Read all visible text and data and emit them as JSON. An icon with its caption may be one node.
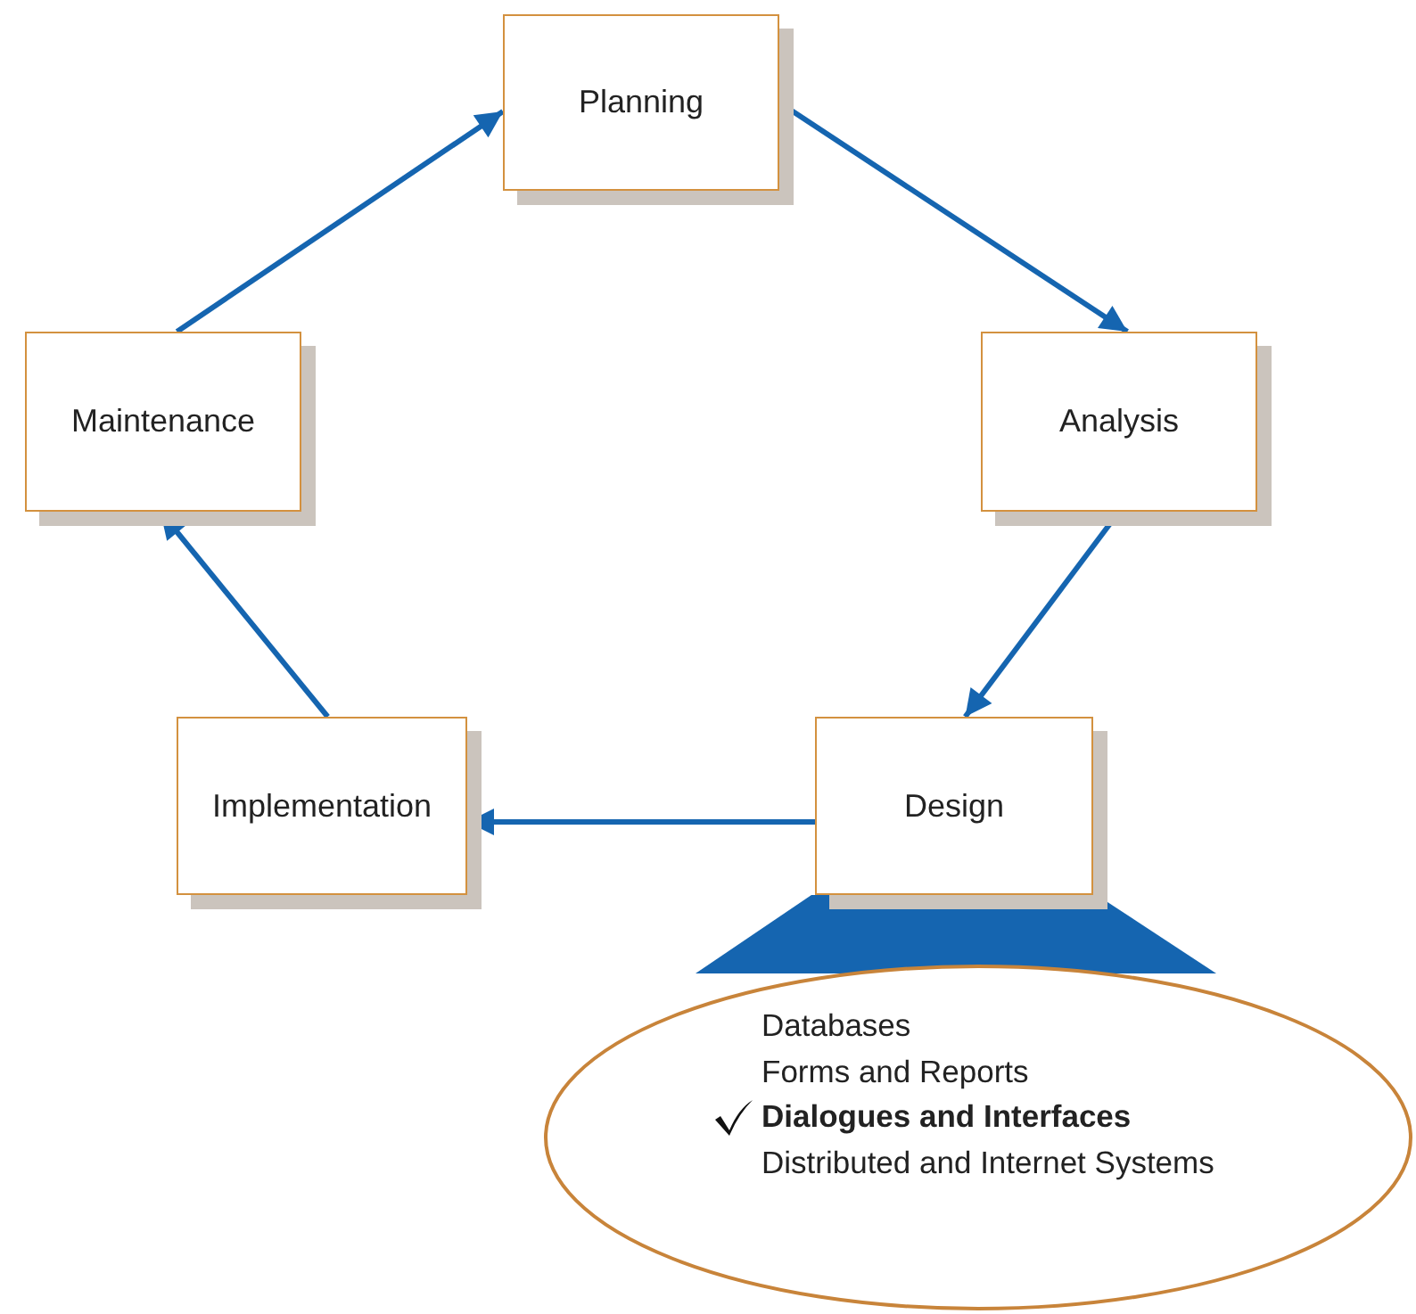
{
  "diagram": {
    "nodes": [
      {
        "text": [
          "Planning"
        ]
      },
      {
        "text": [
          "Analysis"
        ]
      },
      {
        "text": [
          "Design"
        ]
      },
      {
        "text": [
          "Implementation"
        ]
      },
      {
        "text": [
          "Maintenance"
        ]
      },
      {
        "text": [
          "Databases",
          "Forms and Reports",
          "Dialogues and Interfaces",
          "Distributed and Internet Systems"
        ]
      }
    ],
    "edges": [
      {
        "from": 4,
        "to": 0,
        "arrow": "to"
      },
      {
        "from": 0,
        "to": 1,
        "arrow": "to"
      },
      {
        "from": 1,
        "to": 2,
        "arrow": "to"
      },
      {
        "from": 2,
        "to": 3,
        "arrow": "to"
      },
      {
        "from": 3,
        "to": 4,
        "arrow": "to"
      },
      {
        "from": 2,
        "to": 5,
        "arrow": "none",
        "style": "thick"
      }
    ]
  }
}
